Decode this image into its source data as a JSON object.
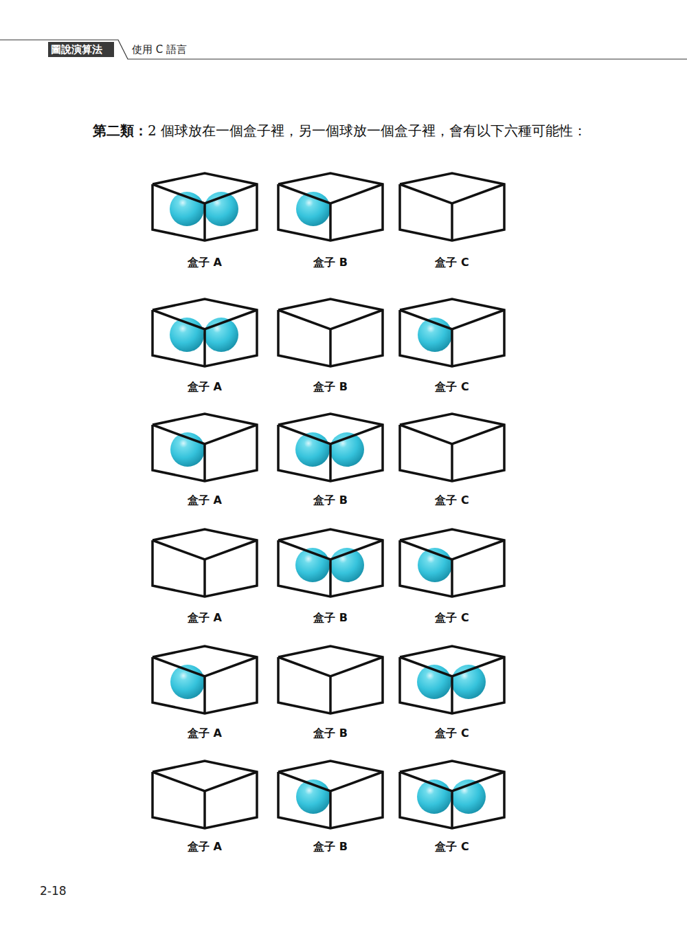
{
  "diagram": {
    "nodes": [
      {
        "text": [
          "盒子 A"
        ]
      },
      {
        "text": [
          "盒子 B"
        ]
      },
      {
        "text": [
          "盒子 C"
        ]
      },
      {
        "text": [
          "盒子 A"
        ]
      },
      {
        "text": [
          "盒子 B"
        ]
      },
      {
        "text": [
          "盒子 C"
        ]
      },
      {
        "text": [
          "盒子 A"
        ]
      },
      {
        "text": [
          "盒子 B"
        ]
      },
      {
        "text": [
          "盒子 C"
        ]
      },
      {
        "text": [
          "盒子 A"
        ]
      },
      {
        "text": [
          "盒子 B"
        ]
      },
      {
        "text": [
          "盒子 C"
        ]
      },
      {
        "text": [
          "盒子 A"
        ]
      },
      {
        "text": [
          "盒子 B"
        ]
      },
      {
        "text": [
          "盒子 C"
        ]
      },
      {
        "text": [
          "盒子 A"
        ]
      },
      {
        "text": [
          "盒子 B"
        ]
      },
      {
        "text": [
          "盒子 C"
        ]
      }
    ],
    "labels": [
      "圖說演算法",
      "使用 C 語言",
      "第二類：",
      "2 個球放在一個盒子裡，另一個球放一個盒子裡，會有以下六種可能性：",
      "2-18"
    ]
  }
}
